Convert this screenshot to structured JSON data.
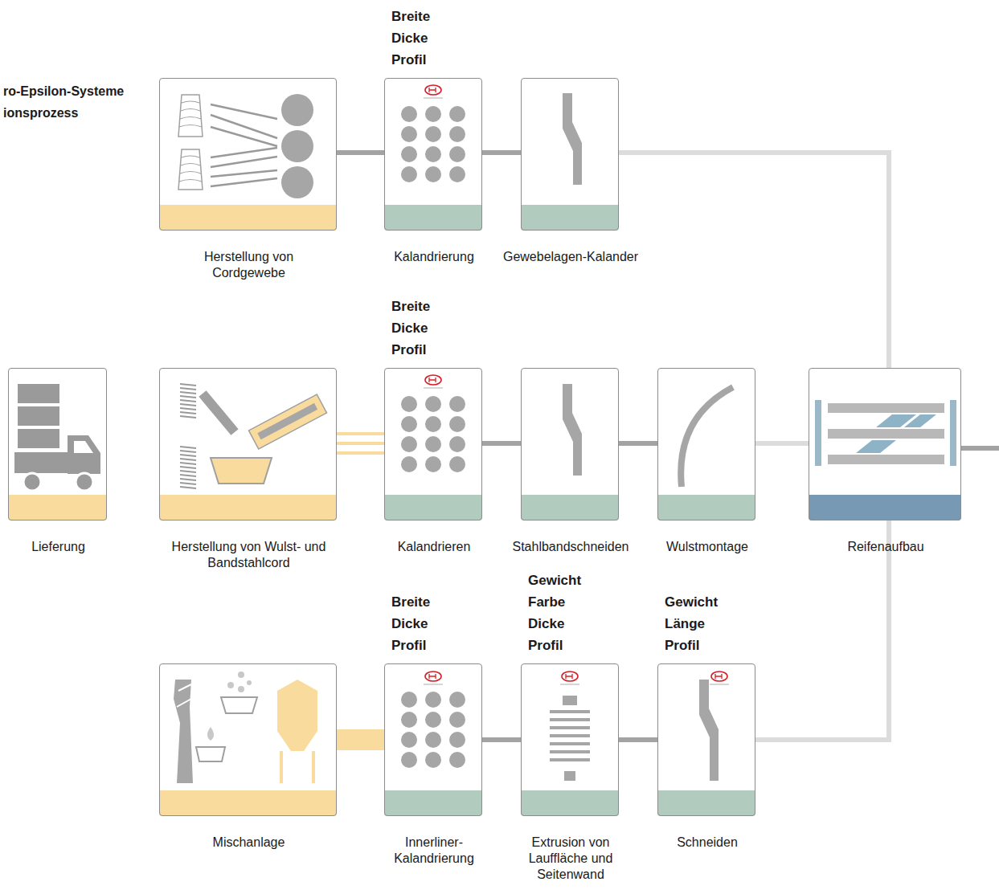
{
  "diagram": {
    "title": "ro-Epsilon-Systeme ionsprozess",
    "nodes": [
      {
        "text": [
          "Herstellung von Cordgewebe"
        ]
      },
      {
        "text": [
          "Breite Dicke Profil",
          "Kalandrierung"
        ]
      },
      {
        "text": [
          "Gewebelagen-Kalander"
        ]
      },
      {
        "text": [
          "Lieferung"
        ]
      },
      {
        "text": [
          "Herstellung von Wulst- und Bandstahlcord"
        ]
      },
      {
        "text": [
          "Breite Dicke Profil",
          "Kalandrieren"
        ]
      },
      {
        "text": [
          "Stahlbandschneiden"
        ]
      },
      {
        "text": [
          "Wulstmontage"
        ]
      },
      {
        "text": [
          "Reifenaufbau"
        ]
      },
      {
        "text": [
          "Mischanlage"
        ]
      },
      {
        "text": [
          "Breite Dicke Profil",
          "Innerliner- Kalandrierung"
        ]
      },
      {
        "text": [
          "Gewicht Farbe Dicke Profil",
          "Extrusion von Lauffläche und Seitenwand"
        ]
      },
      {
        "text": [
          "Gewicht Länge Profil",
          "Schneiden"
        ]
      }
    ],
    "edges": [
      {
        "from": 0,
        "to": 1,
        "arrow": "none"
      },
      {
        "from": 1,
        "to": 2,
        "arrow": "none"
      },
      {
        "from": 2,
        "to": 8,
        "arrow": "none"
      },
      {
        "from": 4,
        "to": 5,
        "arrow": "none"
      },
      {
        "from": 5,
        "to": 6,
        "arrow": "none"
      },
      {
        "from": 6,
        "to": 7,
        "arrow": "none"
      },
      {
        "from": 7,
        "to": 8,
        "arrow": "none"
      },
      {
        "from": 9,
        "to": 10,
        "arrow": "none"
      },
      {
        "from": 10,
        "to": 11,
        "arrow": "none"
      },
      {
        "from": 11,
        "to": 12,
        "arrow": "none"
      },
      {
        "from": 12,
        "to": 8,
        "arrow": "none"
      }
    ]
  }
}
